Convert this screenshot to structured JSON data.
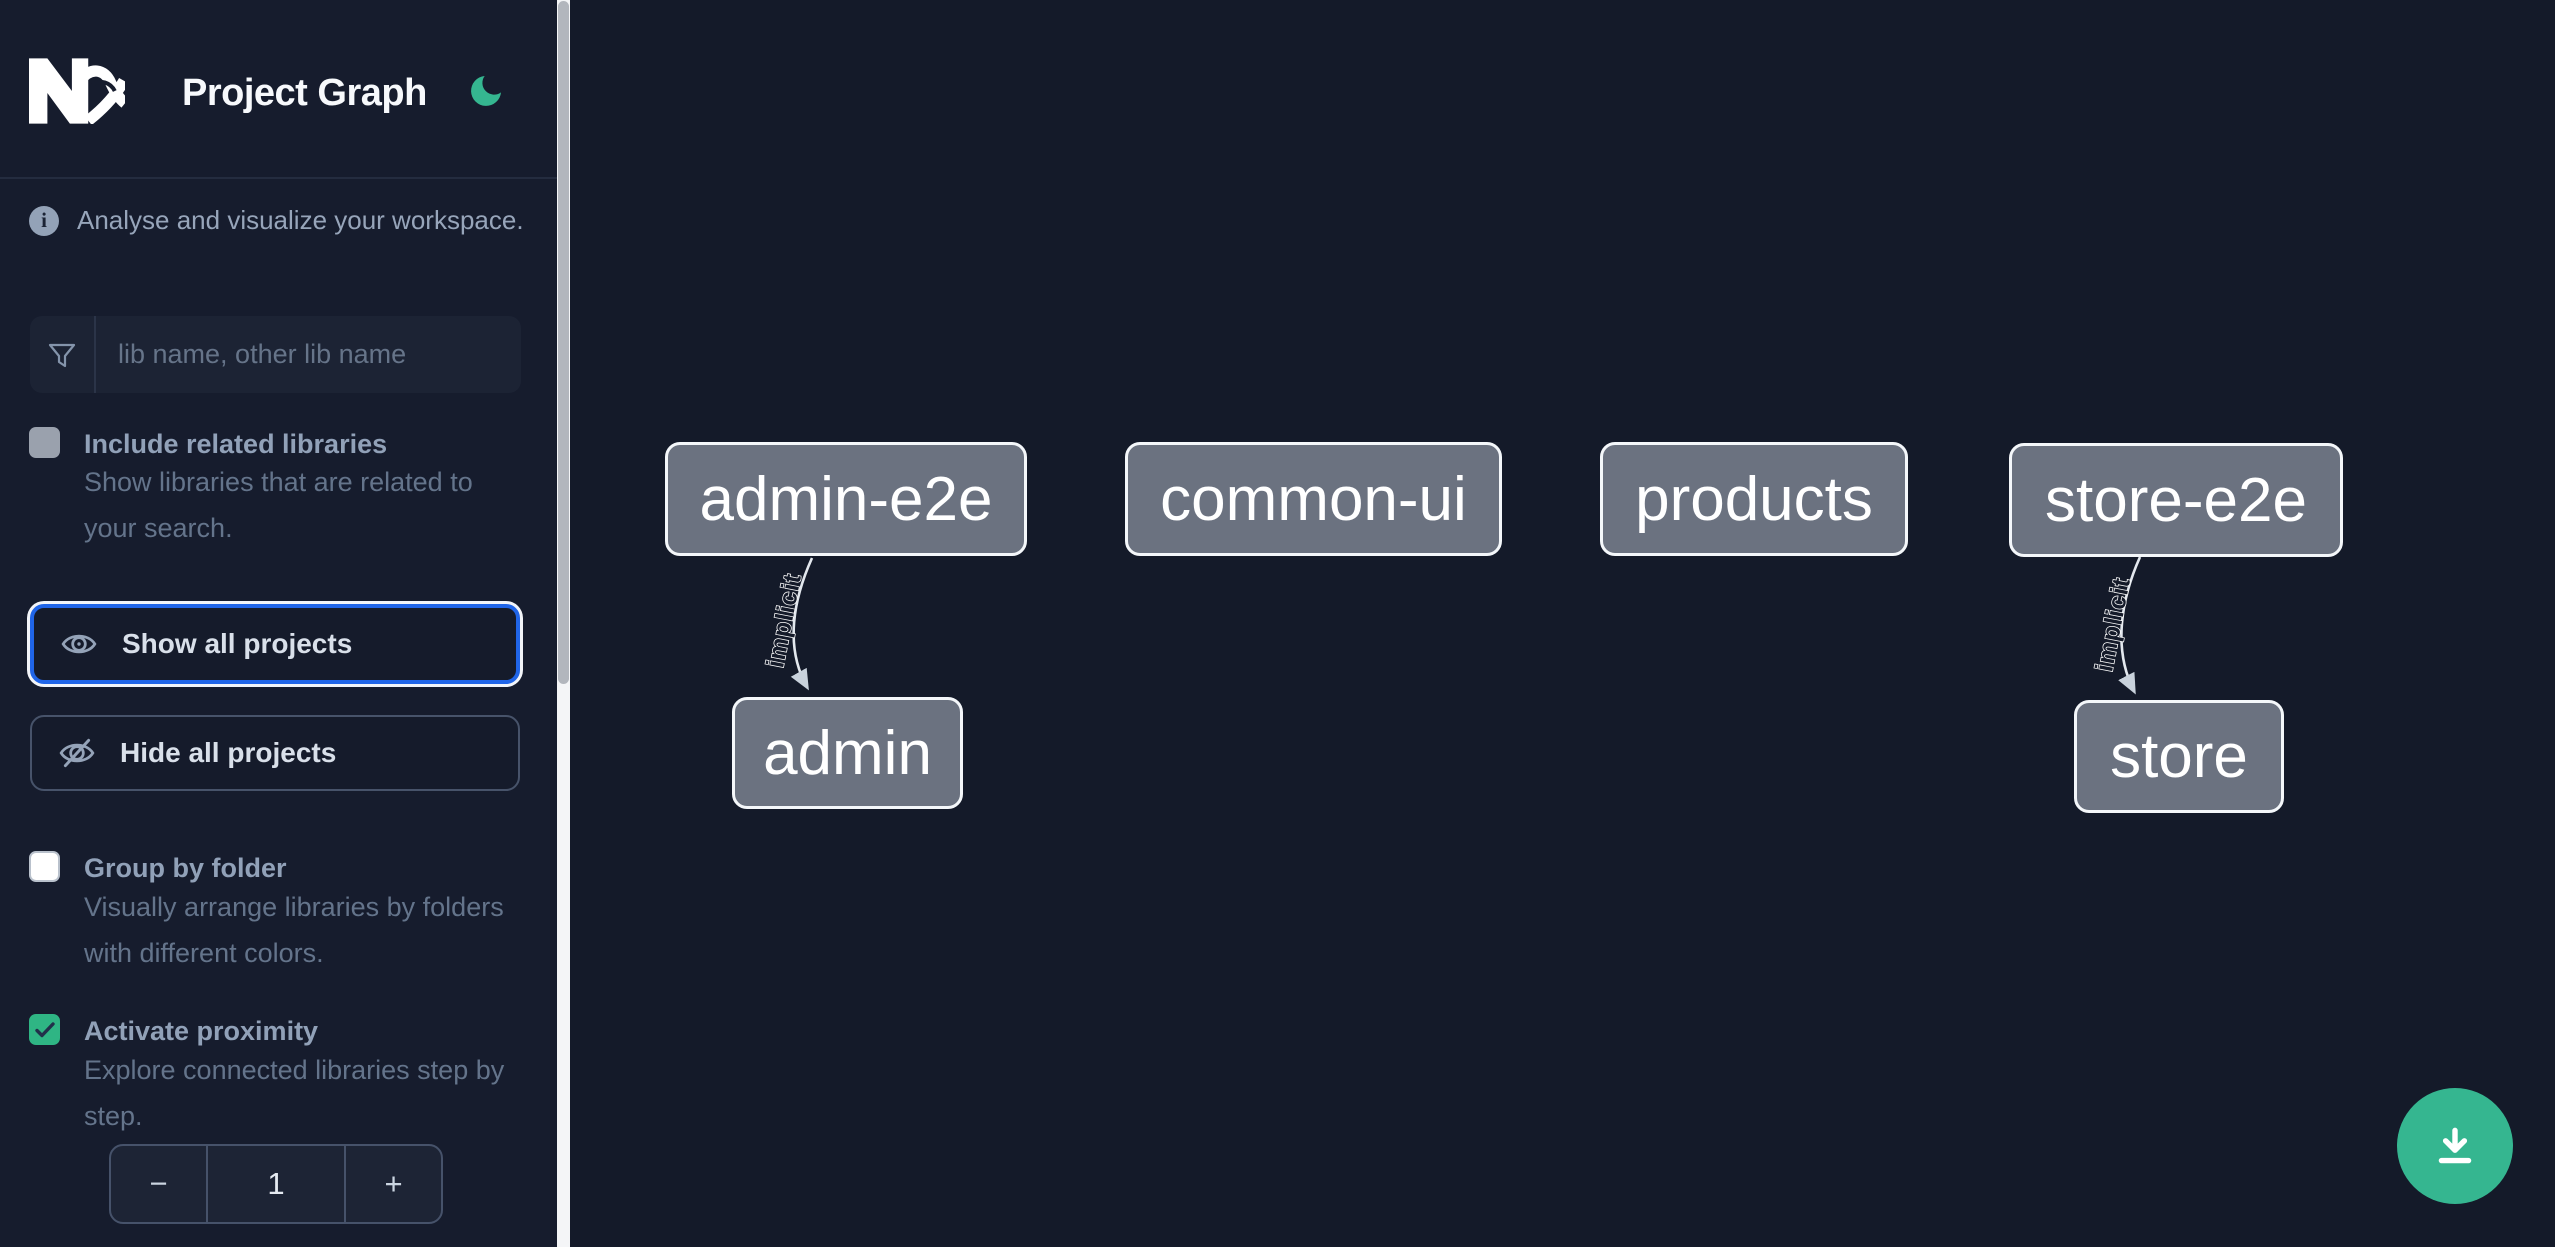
{
  "header": {
    "title": "Project Graph",
    "theme_icon": "moon"
  },
  "sidebar": {
    "info_text": "Analyse and visualize your workspace.",
    "search": {
      "placeholder": "lib name, other lib name",
      "value": ""
    },
    "options": [
      {
        "label": "Include related libraries",
        "description": "Show libraries that are related to your search.",
        "checked": false,
        "disabled": true
      },
      {
        "label": "Group by folder",
        "description": "Visually arrange libraries by folders with different colors.",
        "checked": false
      },
      {
        "label": "Activate proximity",
        "description": "Explore connected libraries step by step.",
        "checked": true
      }
    ],
    "actions": [
      {
        "label": "Show all projects",
        "icon": "eye",
        "focused": true
      },
      {
        "label": "Hide all projects",
        "icon": "eye-off",
        "focused": false
      }
    ],
    "proximity_stepper": {
      "decrement": "−",
      "value": "1",
      "increment": "+"
    }
  },
  "graph": {
    "nodes": [
      {
        "label": "admin-e2e"
      },
      {
        "label": "common-ui"
      },
      {
        "label": "products"
      },
      {
        "label": "store-e2e"
      },
      {
        "label": "admin"
      },
      {
        "label": "store"
      }
    ],
    "edges": [
      {
        "from": "admin-e2e",
        "to": "admin",
        "label": "implicit"
      },
      {
        "from": "store-e2e",
        "to": "store",
        "label": "implicit"
      }
    ]
  },
  "fab": {
    "icon": "download"
  },
  "colors": {
    "accent_green": "#35b690",
    "focus_blue": "#2065e8",
    "node_fill": "#6b7280",
    "canvas_bg": "#141a29",
    "sidebar_bg": "#161c2d"
  }
}
